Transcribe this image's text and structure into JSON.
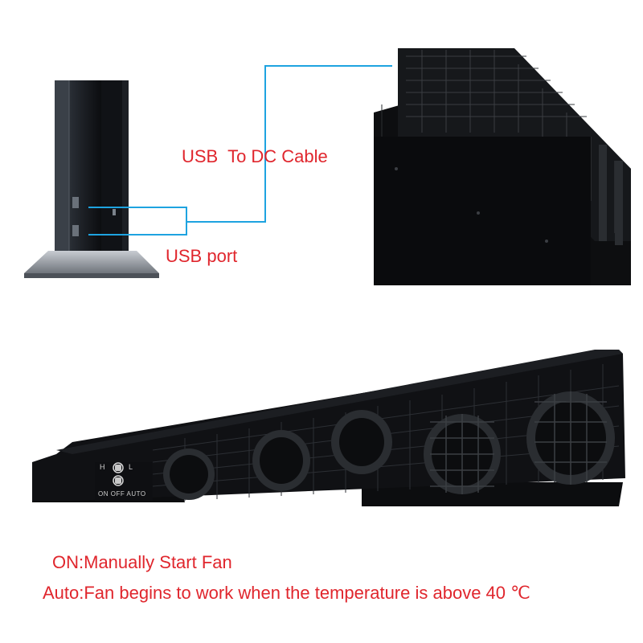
{
  "colors": {
    "caption": "#e0262d",
    "connector": "#1ea3e0",
    "device": "#111111",
    "background": "#ffffff"
  },
  "callouts": {
    "cable_label": "USB  To DC Cable",
    "usb_port_label": "USB port"
  },
  "switch_panel": {
    "h_label": "H",
    "l_label": "L",
    "mode_labels": "ON OFF AUTO"
  },
  "captions": {
    "line1": "ON:Manually Start Fan",
    "line2": "Auto:Fan begins to work when the temperature is above 40 ℃"
  },
  "icons": {
    "console_photo": "vertical-console-icon",
    "fan_unit_closeup": "cooling-fan-closeup-icon",
    "fan_bar": "cooling-fan-bar-icon",
    "fan": "fan-icon"
  }
}
